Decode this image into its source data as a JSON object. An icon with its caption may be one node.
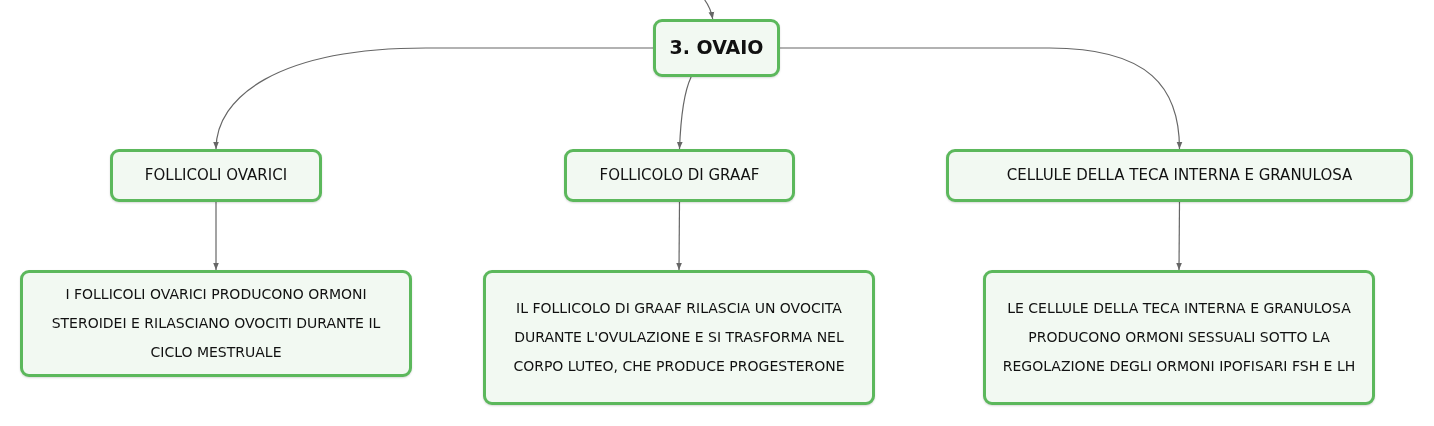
{
  "diagram": {
    "nodes": [
      {
        "text": [
          "3. OVAIO"
        ]
      },
      {
        "text": [
          "FOLLICOLI OVARICI"
        ]
      },
      {
        "text": [
          "FOLLICOLO DI GRAAF"
        ]
      },
      {
        "text": [
          "CELLULE DELLA TECA INTERNA E GRANULOSA"
        ]
      },
      {
        "text": [
          "I FOLLICOLI OVARICI PRODUCONO ORMONI STEROIDEI E RILASCIANO OVOCITI DURANTE IL CICLO MESTRUALE"
        ]
      },
      {
        "text": [
          "IL FOLLICOLO DI GRAAF RILASCIA UN OVOCITA DURANTE L'OVULAZIONE E SI TRASFORMA NEL CORPO LUTEO, CHE PRODUCE PROGESTERONE"
        ]
      },
      {
        "text": [
          "LE CELLULE DELLA TECA INTERNA E GRANULOSA PRODUCONO ORMONI SESSUALI SOTTO LA REGOLAZIONE DEGLI ORMONI IPOFISARI FSH E LH"
        ]
      }
    ],
    "edges": [
      {
        "from": null,
        "to": 0,
        "arrow": "to"
      },
      {
        "from": 0,
        "to": 1,
        "arrow": "to"
      },
      {
        "from": 0,
        "to": 2,
        "arrow": "to"
      },
      {
        "from": 0,
        "to": 3,
        "arrow": "to"
      },
      {
        "from": 1,
        "to": 4,
        "arrow": "to"
      },
      {
        "from": 2,
        "to": 5,
        "arrow": "to"
      },
      {
        "from": 3,
        "to": 6,
        "arrow": "to"
      }
    ]
  }
}
